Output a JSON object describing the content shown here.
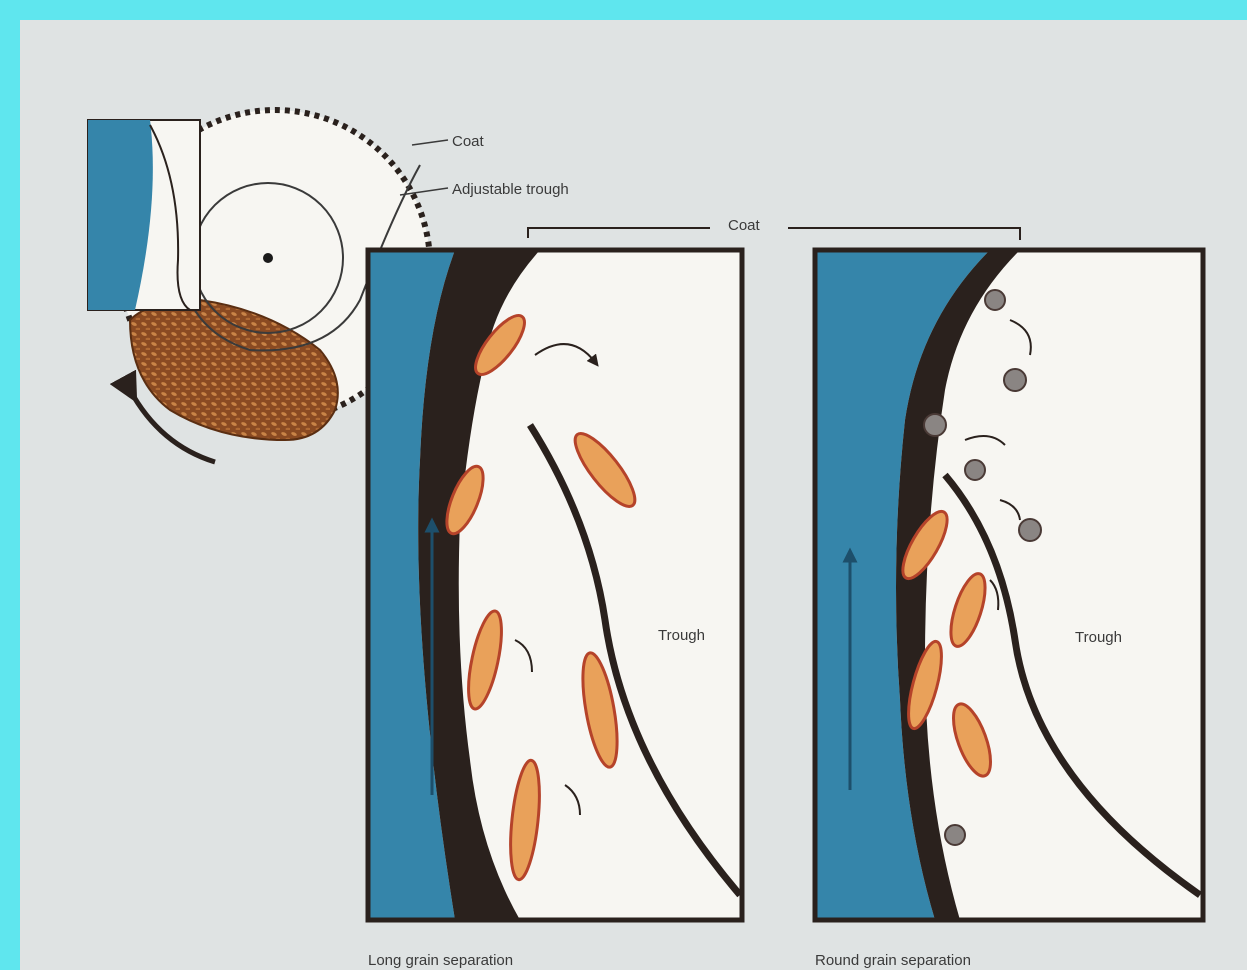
{
  "labels": {
    "coat_top": "Coat",
    "adjustable_trough": "Adjustable trough",
    "coat_bracket": "Coat",
    "trough_left": "Trough",
    "trough_right": "Trough",
    "caption_left": "Long grain separation",
    "caption_right": "Round grain separation"
  },
  "colors": {
    "outer_frame": "#5fe6ee",
    "paper": "#dfe3e3",
    "cylinder_blue": "#3585aa",
    "coat_dark": "#2a211d",
    "trough_white": "#f7f6f2",
    "grain_fill": "#e9a15a",
    "grain_edge": "#b5432a",
    "round_grain": "#8a8583",
    "sediment": "#8a4a22"
  }
}
